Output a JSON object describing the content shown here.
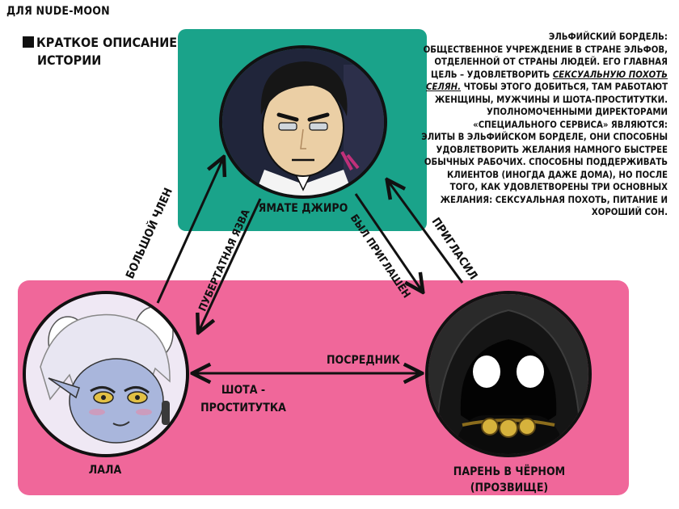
{
  "credit": "ДЛЯ NUDE-MOON",
  "summary": {
    "line1": "КРАТКОЕ ОПИСАНИЕ",
    "line2": "ИСТОРИИ"
  },
  "description": {
    "title": "ЭЛЬФИЙСКИЙ БОРДЕЛЬ:",
    "p1_a": "ОБЩЕСТВЕННОЕ УЧРЕЖДЕНИЕ В СТРАНЕ ЭЛЬФОВ, ОТДЕЛЕННОЙ ОТ СТРАНЫ ЛЮДЕЙ. ЕГО ГЛАВНАЯ ЦЕЛЬ – УДОВЛЕТВОРИТЬ",
    "p1_em": "СЕКСУАЛЬНУЮ ПОХОТЬ СЕЛЯН.",
    "p1_b": "ЧТОБЫ ЭТОГО ДОБИТЬСЯ, ТАМ РАБОТАЮТ ЖЕНЩИНЫ, МУЖЧИНЫ И ШОТА-ПРОСТИТУТКИ.",
    "p2": "УПОЛНОМОЧЕННЫМИ ДИРЕКТОРАМИ «СПЕЦИАЛЬНОГО СЕРВИСА» ЯВЛЯЮТСЯ:",
    "p3": "ЭЛИТЫ В ЭЛЬФИЙСКОМ БОРДЕЛЕ, ОНИ СПОСОБНЫ УДОВЛЕТВОРИТЬ ЖЕЛАНИЯ НАМНОГО БЫСТРЕЕ ОБЫЧНЫХ РАБОЧИХ. СПОСОБНЫ ПОДДЕРЖИВАТЬ КЛИЕНТОВ (ИНОГДА ДАЖЕ ДОМА), НО ПОСЛЕ ТОГО, КАК УДОВЛЕТВОРЕНЫ ТРИ ОСНОВНЫХ ЖЕЛАНИЯ: СЕКСУАЛЬНАЯ ПОХОТЬ, ПИТАНИЕ И ХОРОШИЙ СОН."
  },
  "characters": {
    "top": "ЯМАТЕ ДЖИРО",
    "left": "ЛАЛА",
    "right_line1": "ПАРЕНЬ В ЧЁРНОМ",
    "right_line2": "(ПРОЗВИЩЕ)"
  },
  "relations": {
    "big_member": "БОЛЬШОЙ ЧЛЕН",
    "puberty_ulcer": "ПУБЕРТАТНАЯ ЯЗВА",
    "was_invited": "БЫЛ ПРИГЛАШЁН",
    "invited": "ПРИГЛАСИЛ",
    "mediator": "ПОСРЕДНИК",
    "shota_line1": "ШОТА -",
    "shota_line2": "ПРОСТИТУТКА"
  },
  "colors": {
    "green": "#1aa38a",
    "pink": "#f0679a"
  }
}
